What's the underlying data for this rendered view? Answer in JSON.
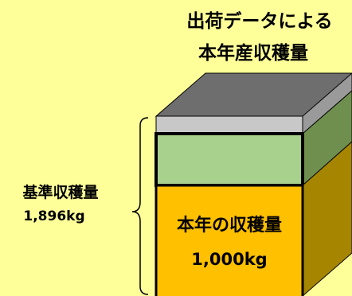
{
  "title": {
    "line1": "出荷データによる",
    "line2": "本年産収穫量"
  },
  "baseline": {
    "label": "基準収穫量",
    "value": "1,896kg"
  },
  "current": {
    "label": "本年の収穫量",
    "value": "1,000kg"
  },
  "colors": {
    "background": "#ffff99",
    "cap_top": "#6e6e6e",
    "cap_front": "#c8c8c8",
    "cap_side": "#9a9a9a",
    "green_front": "#a9d18e",
    "green_side": "#6f8f4e",
    "orange_front": "#ffc000",
    "orange_side": "#a68500",
    "outline": "#000000"
  }
}
